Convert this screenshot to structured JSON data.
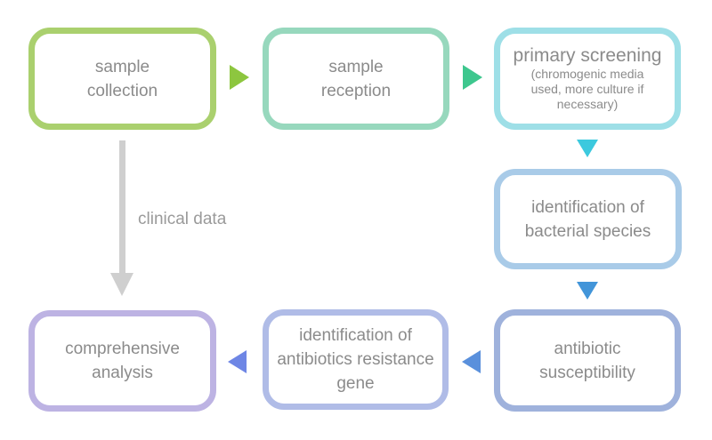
{
  "diagram": {
    "background": "#ffffff",
    "text_color": "#8b8b8b",
    "annotation_color": "#9a9a9a",
    "nodes": [
      {
        "id": "sample-collection",
        "label": "sample collection",
        "border_color": "#aad06e"
      },
      {
        "id": "sample-reception",
        "label": "sample reception",
        "border_color": "#97d8bd"
      },
      {
        "id": "primary-screening",
        "label": "primary screening",
        "sublabel": "(chromogenic media used, more culture if necessary)",
        "border_color": "#9edfe7"
      },
      {
        "id": "identification-of-bacterial-species",
        "label": "identification of bacterial species",
        "border_color": "#a9cbe8"
      },
      {
        "id": "antibiotic-susceptibility",
        "label": "antibiotic susceptibility",
        "border_color": "#9fb2dc"
      },
      {
        "id": "identification-of-antibiotics-resistance-gene",
        "label": "identification of antibiotics resistance gene",
        "border_color": "#b0bce7"
      },
      {
        "id": "comprehensive-analysis",
        "label": "comprehensive analysis",
        "border_color": "#bdb3e3"
      }
    ],
    "edges": [
      {
        "from": "sample collection",
        "to": "sample reception",
        "direction": "right",
        "color": "#8dc63f"
      },
      {
        "from": "sample reception",
        "to": "primary screening",
        "direction": "right",
        "color": "#3ec78e"
      },
      {
        "from": "primary screening",
        "to": "identification of bacterial species",
        "direction": "down",
        "color": "#3cc9de"
      },
      {
        "from": "identification of bacterial species",
        "to": "antibiotic susceptibility",
        "direction": "down",
        "color": "#4295d9"
      },
      {
        "from": "antibiotic susceptibility",
        "to": "identification of antibiotics resistance gene",
        "direction": "left",
        "color": "#5a90dc"
      },
      {
        "from": "identification of antibiotics resistance gene",
        "to": "comprehensive analysis",
        "direction": "left",
        "color": "#6e86e5"
      },
      {
        "from": "sample collection",
        "to": "comprehensive analysis",
        "direction": "down",
        "color": "#cfcfcf",
        "label": "clinical data"
      }
    ]
  }
}
